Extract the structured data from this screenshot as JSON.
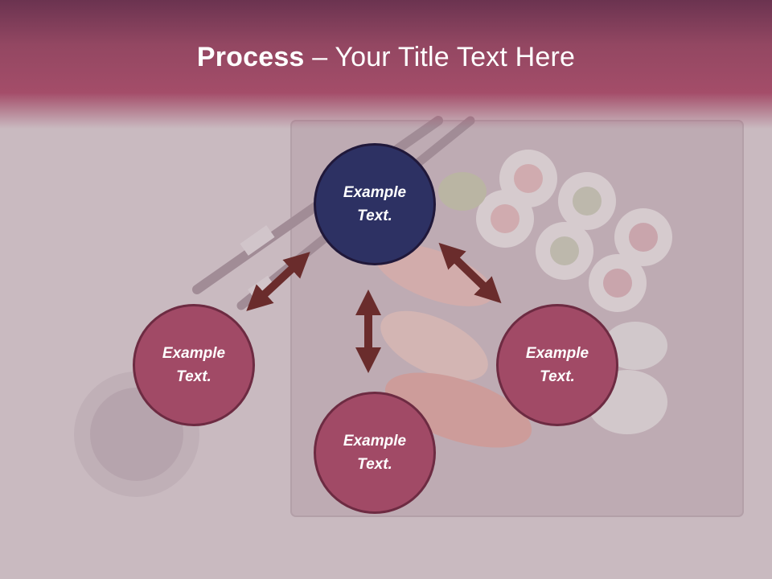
{
  "slide": {
    "title_bold": "Process",
    "title_rest": " – Your Title Text Here"
  },
  "diagram": {
    "nodes": [
      {
        "id": "top",
        "label": "Example Text."
      },
      {
        "id": "left",
        "label": "Example Text."
      },
      {
        "id": "right",
        "label": "Example Text."
      },
      {
        "id": "bottom",
        "label": "Example Text."
      }
    ]
  },
  "colors": {
    "header": "#a44d69",
    "node_primary": "#2d3163",
    "node_secondary": "#a14a66",
    "arrow": "#6a2c2c",
    "background": "#c6b6bd"
  }
}
